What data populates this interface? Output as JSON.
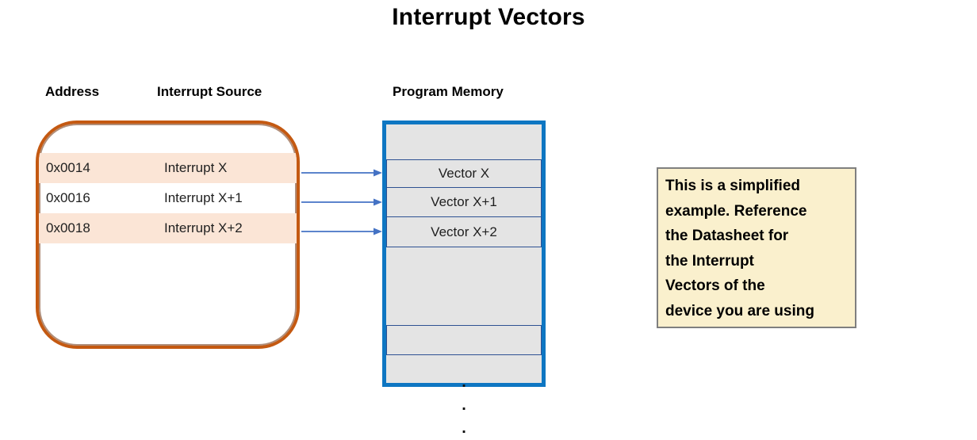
{
  "title": "Interrupt Vectors",
  "column_headers": {
    "address": "Address",
    "interrupt_source": "Interrupt Source",
    "program_memory": "Program Memory"
  },
  "vector_table": {
    "rows": [
      {
        "address": "0x0014",
        "source": "Interrupt X"
      },
      {
        "address": "0x0016",
        "source": "Interrupt X+1"
      },
      {
        "address": "0x0018",
        "source": "Interrupt X+2"
      }
    ]
  },
  "program_memory": {
    "rows": [
      "Vector X",
      "Vector X+1",
      "Vector X+2"
    ],
    "dot_char": "."
  },
  "note": {
    "text": "This is a simplified\nexample. Reference\nthe  Datasheet for\nthe Interrupt\nVectors of the\ndevice you are using"
  },
  "colors": {
    "table_border": "#C45911",
    "table_stripe": "#FBE5D6",
    "memory_border": "#0E76C2",
    "memory_fill": "#E4E4E4",
    "memory_divider": "#2E5192",
    "arrow": "#4472C4",
    "note_background": "#FAF0CD",
    "note_border": "#7F7F7F"
  }
}
